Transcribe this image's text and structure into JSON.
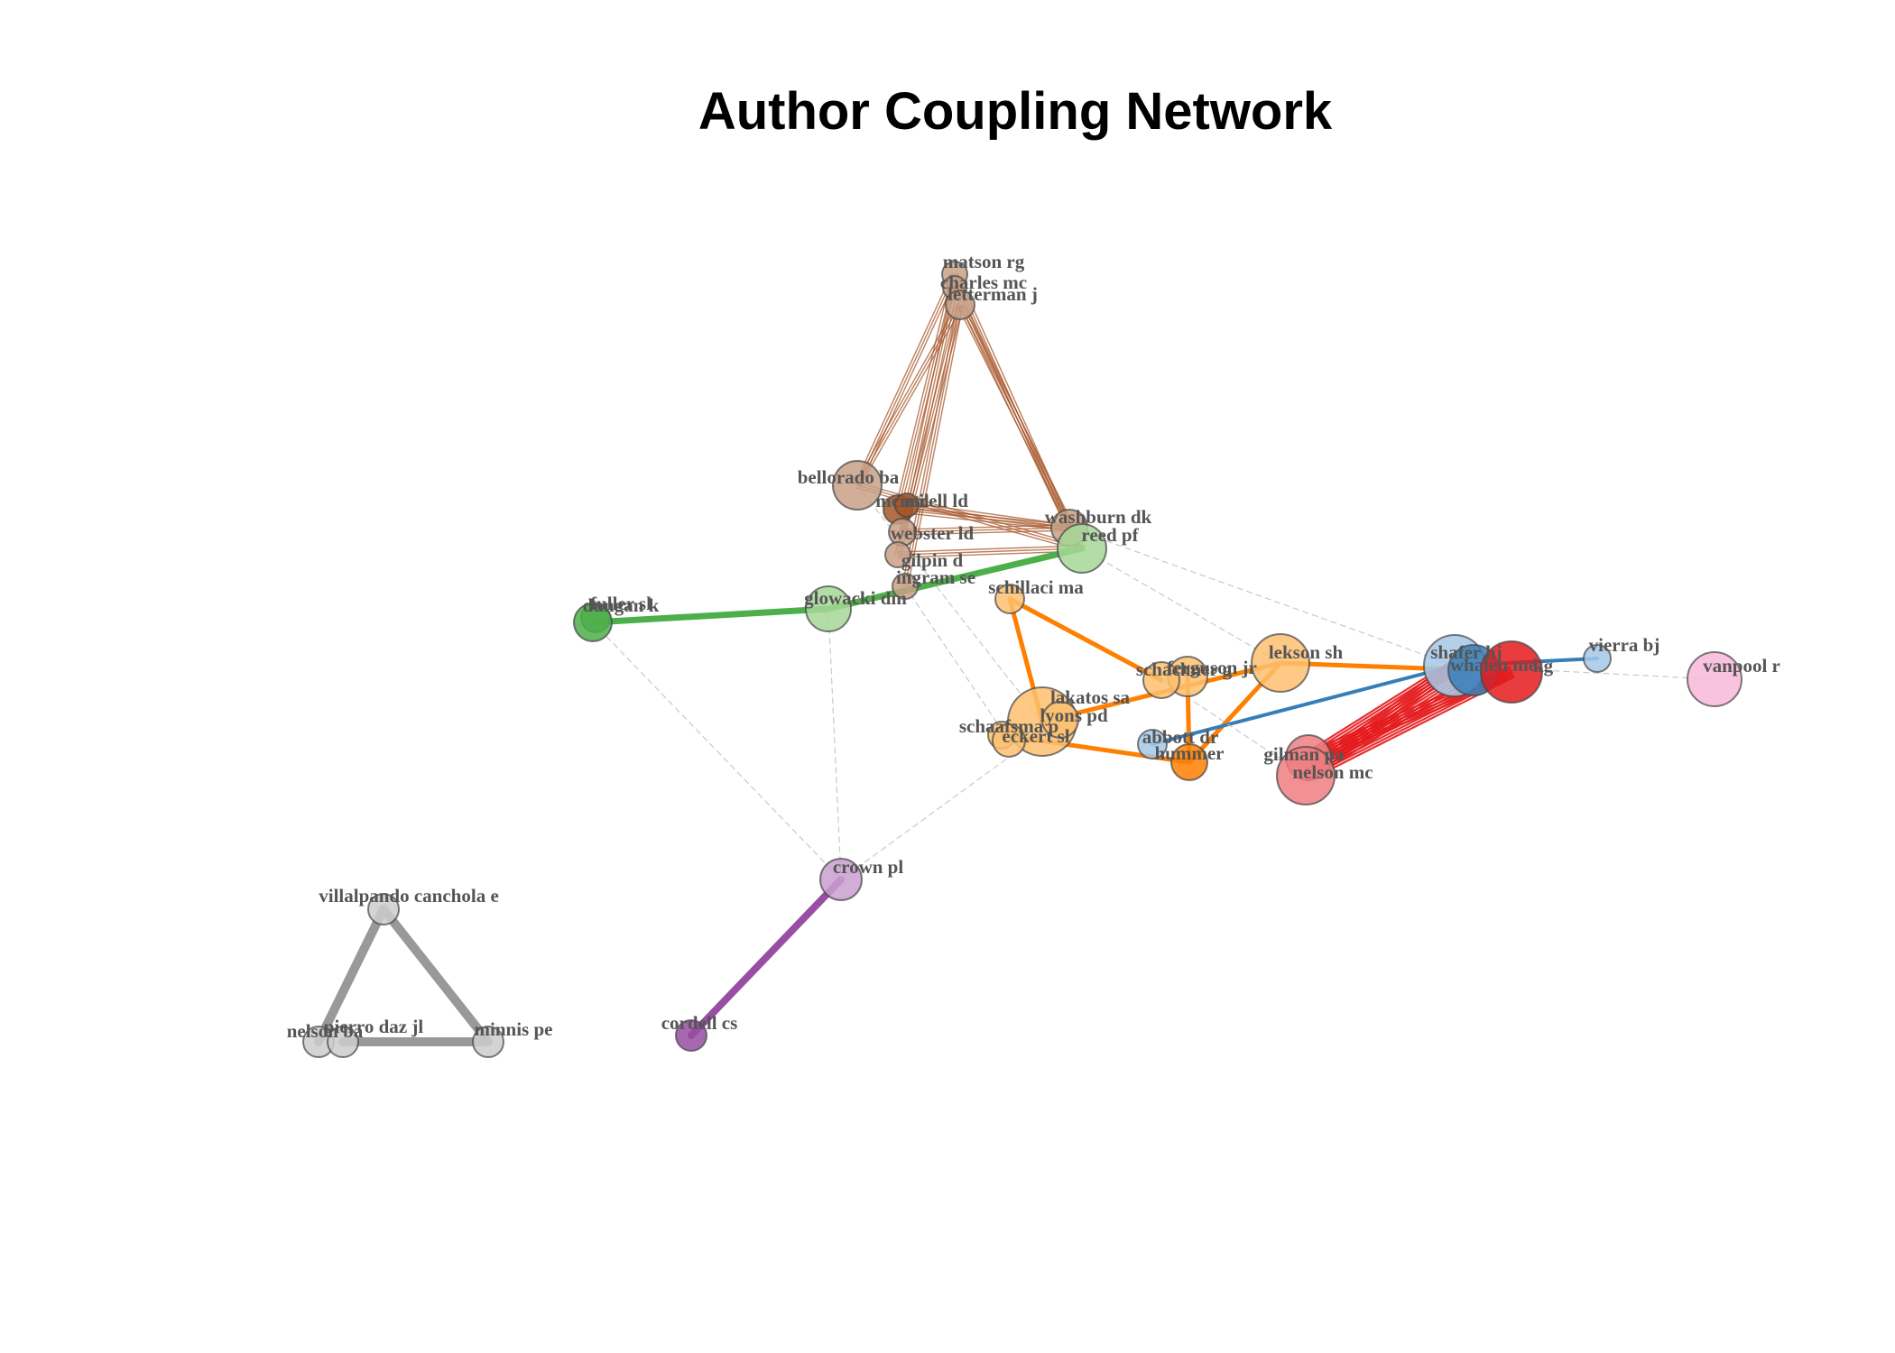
{
  "title": "Author Coupling Network",
  "colors": {
    "brown": "#a65628",
    "brown_light": "#c8a086",
    "green": "#4daf4a",
    "green_light": "#a6d796",
    "orange": "#ff7f00",
    "orange_light": "#fdbf6f",
    "red": "#e41a1c",
    "red_light": "#ee7e80",
    "blue": "#377eb8",
    "blue_light": "#a6c8e6",
    "pink": "#f781bf",
    "pink_light": "#f8b7d9",
    "purple": "#984ea3",
    "purple_light": "#c99fd1",
    "gray": "#999999",
    "gray_light": "#cccccc",
    "background_edge": "#bbbbbb"
  },
  "nodes": [
    {
      "id": "matson",
      "label": "matson rg",
      "group": "brown"
    },
    {
      "id": "charles",
      "label": "charles mc",
      "group": "brown"
    },
    {
      "id": "letterman",
      "label": "letterman j",
      "group": "brown"
    },
    {
      "id": "bellorado",
      "label": "bellorado ba",
      "group": "brown"
    },
    {
      "id": "mcneil",
      "label": "mcneil",
      "group": "brown"
    },
    {
      "id": "ntcell",
      "label": "ntcell ld",
      "group": "brown"
    },
    {
      "id": "webster",
      "label": "webster ld",
      "group": "brown"
    },
    {
      "id": "gilpin",
      "label": "gilpin d",
      "group": "brown"
    },
    {
      "id": "ingram",
      "label": "ingram se",
      "group": "brown"
    },
    {
      "id": "washburn",
      "label": "washburn dk",
      "group": "brown"
    },
    {
      "id": "reed",
      "label": "reed pf",
      "group": "green"
    },
    {
      "id": "glowacki",
      "label": "glowacki dm",
      "group": "green"
    },
    {
      "id": "fuller",
      "label": "fuller sl",
      "group": "green"
    },
    {
      "id": "dungan",
      "label": "dungan k",
      "group": "green"
    },
    {
      "id": "schillaci",
      "label": "schillaci ma",
      "group": "orange"
    },
    {
      "id": "lekson",
      "label": "lekson sh",
      "group": "orange"
    },
    {
      "id": "ferguson",
      "label": "ferguson jr",
      "group": "orange"
    },
    {
      "id": "schachner",
      "label": "schachner g",
      "group": "orange"
    },
    {
      "id": "lakatos",
      "label": "lakatos sa",
      "group": "orange"
    },
    {
      "id": "lyons",
      "label": "lyons pd",
      "group": "orange"
    },
    {
      "id": "schaafsma",
      "label": "schaafsma p",
      "group": "orange"
    },
    {
      "id": "eckert",
      "label": "eckert sl",
      "group": "orange"
    },
    {
      "id": "hummer",
      "label": "hummer",
      "group": "orange"
    },
    {
      "id": "abbott",
      "label": "abbott dr",
      "group": "blue"
    },
    {
      "id": "gilman",
      "label": "gilman pa",
      "group": "red"
    },
    {
      "id": "nelson",
      "label": "nelson mc",
      "group": "red"
    },
    {
      "id": "shafer",
      "label": "shafer hj",
      "group": "blue"
    },
    {
      "id": "whalen",
      "label": "whalen me",
      "group": "blue"
    },
    {
      "id": "kg",
      "label": "kg",
      "group": "red"
    },
    {
      "id": "vierra",
      "label": "vierra bj",
      "group": "blue"
    },
    {
      "id": "vanpool",
      "label": "vanpool r",
      "group": "pink"
    },
    {
      "id": "crown",
      "label": "crown pl",
      "group": "purple"
    },
    {
      "id": "cordell",
      "label": "cordell cs",
      "group": "purple"
    },
    {
      "id": "villalpando",
      "label": "villalpando canchola e",
      "group": "gray"
    },
    {
      "id": "minnis",
      "label": "minnis pe",
      "group": "gray"
    },
    {
      "id": "nelson_ba",
      "label": "nelson ba",
      "group": "gray"
    },
    {
      "id": "pierro",
      "label": "pierro daz jl",
      "group": "gray"
    }
  ],
  "edges": [
    {
      "source": "matson",
      "target": "bellorado",
      "group": "brown"
    },
    {
      "source": "matson",
      "target": "mcneil",
      "group": "brown"
    },
    {
      "source": "matson",
      "target": "washburn",
      "group": "brown"
    },
    {
      "source": "charles",
      "target": "webster",
      "group": "brown"
    },
    {
      "source": "charles",
      "target": "washburn",
      "group": "brown"
    },
    {
      "source": "letterman",
      "target": "bellorado",
      "group": "brown"
    },
    {
      "source": "letterman",
      "target": "ingram",
      "group": "brown"
    },
    {
      "source": "letterman",
      "target": "reed",
      "group": "brown"
    },
    {
      "source": "letterman",
      "target": "gilpin",
      "group": "brown"
    },
    {
      "source": "mcneil",
      "target": "washburn",
      "group": "brown"
    },
    {
      "source": "ntcell",
      "target": "washburn",
      "group": "brown"
    },
    {
      "source": "webster",
      "target": "washburn",
      "group": "brown"
    },
    {
      "source": "gilpin",
      "target": "reed",
      "group": "brown"
    },
    {
      "source": "bellorado",
      "target": "reed",
      "group": "brown"
    },
    {
      "source": "dungan",
      "target": "glowacki",
      "group": "green"
    },
    {
      "source": "glowacki",
      "target": "reed",
      "group": "green"
    },
    {
      "source": "schillaci",
      "target": "lakatos",
      "group": "orange"
    },
    {
      "source": "schillaci",
      "target": "schachner",
      "group": "orange"
    },
    {
      "source": "lakatos",
      "target": "lekson",
      "group": "orange"
    },
    {
      "source": "lekson",
      "target": "hummer",
      "group": "orange"
    },
    {
      "source": "lekson",
      "target": "whalen",
      "group": "orange"
    },
    {
      "source": "schaafsma",
      "target": "hummer",
      "group": "orange"
    },
    {
      "source": "ferguson",
      "target": "hummer",
      "group": "orange"
    },
    {
      "source": "abbott",
      "target": "shafer",
      "group": "blue"
    },
    {
      "source": "shafer",
      "target": "vierra",
      "group": "blue"
    },
    {
      "source": "nelson",
      "target": "shafer",
      "group": "red"
    },
    {
      "source": "nelson",
      "target": "whalen",
      "group": "red"
    },
    {
      "source": "nelson",
      "target": "kg",
      "group": "red"
    },
    {
      "source": "gilman",
      "target": "shafer",
      "group": "red"
    },
    {
      "source": "gilman",
      "target": "kg",
      "group": "red"
    },
    {
      "source": "crown",
      "target": "cordell",
      "group": "purple"
    },
    {
      "source": "villalpando",
      "target": "nelson_ba",
      "group": "gray"
    },
    {
      "source": "villalpando",
      "target": "minnis",
      "group": "gray"
    },
    {
      "source": "pierro",
      "target": "minnis",
      "group": "gray"
    },
    {
      "source": "dungan",
      "target": "crown",
      "group": "background"
    },
    {
      "source": "glowacki",
      "target": "crown",
      "group": "background"
    },
    {
      "source": "bellorado",
      "target": "lakatos",
      "group": "background"
    },
    {
      "source": "reed",
      "target": "lekson",
      "group": "background"
    },
    {
      "source": "washburn",
      "target": "shafer",
      "group": "background"
    },
    {
      "source": "schachner",
      "target": "nelson",
      "group": "background"
    },
    {
      "source": "crown",
      "target": "lyons",
      "group": "background"
    },
    {
      "source": "shafer",
      "target": "vanpool",
      "group": "background"
    },
    {
      "source": "ingram",
      "target": "eckert",
      "group": "background"
    }
  ]
}
